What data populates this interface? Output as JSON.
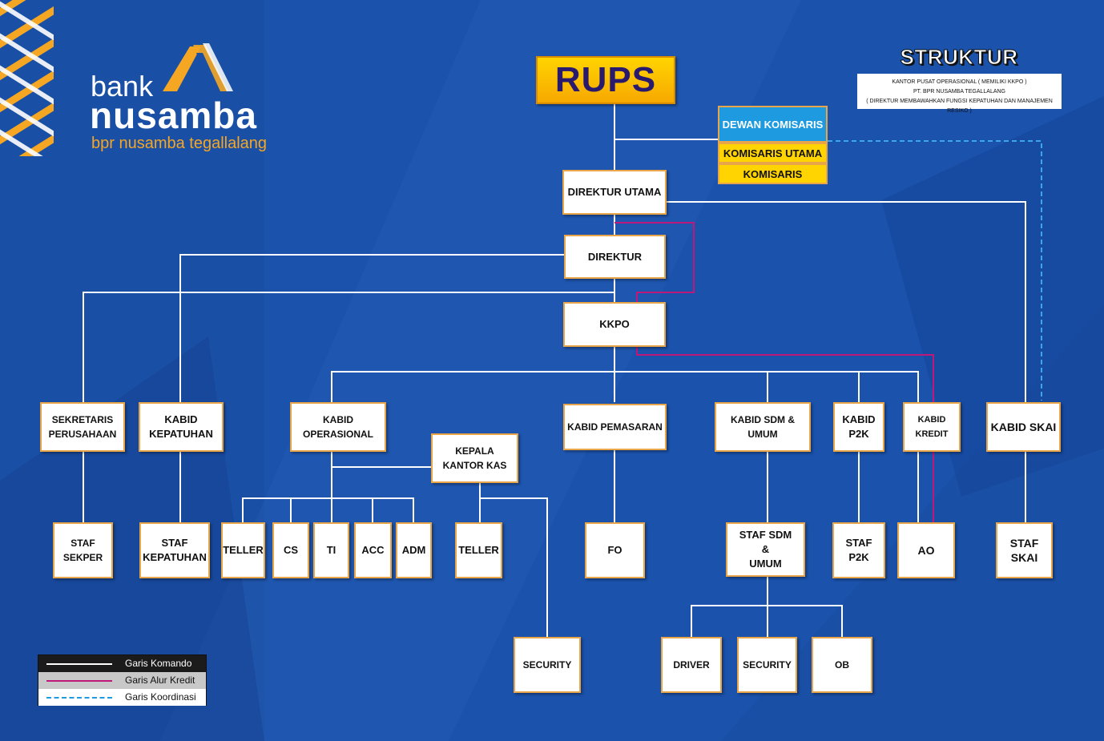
{
  "logo": {
    "bank": "bank",
    "name": "nusamba",
    "sub": "bpr nusamba tegallalang"
  },
  "title": "STRUKTUR ORGANISASI",
  "subtitle": [
    "KANTOR PUSAT OPERASIONAL   ( MEMILIKI KKPO )",
    "PT. BPR NUSAMBA TEGALLALANG",
    "( DIREKTUR MEMBAWAHKAN FUNGSI KEPATUHAN DAN MANAJEMEN RESIKO )"
  ],
  "rups": "RUPS",
  "dewan": {
    "header": "DEWAN KOMISARIS",
    "utama": "KOMISARIS UTAMA",
    "komisaris": "KOMISARIS"
  },
  "nodes": {
    "direktur_utama": "DIREKTUR UTAMA",
    "direktur": "DIREKTUR",
    "kkpo": "KKPO",
    "sekretaris": "SEKRETARIS\nPERUSAHAAN",
    "kabid_kepatuhan": "KABID\nKEPATUHAN",
    "kabid_operasional": "KABID OPERASIONAL",
    "kepala_kantor_kas": "KEPALA KANTOR KAS",
    "kabid_pemasaran": "KABID PEMASARAN",
    "kabid_sdm": "KABID SDM & UMUM",
    "kabid_p2k": "KABID\nP2K",
    "kabid_kredit": "KABID KREDIT",
    "kabid_skai": "KABID SKAI",
    "staf_sekper": "STAF SEKPER",
    "staf_kepatuhan": "STAF\nKEPATUHAN",
    "teller_1": "TELLER",
    "cs": "CS",
    "ti": "TI",
    "acc": "ACC",
    "adm": "ADM",
    "teller_2": "TELLER",
    "fo": "FO",
    "staf_sdm": "STAF SDM\n&\nUMUM",
    "staf_p2k": "STAF\nP2K",
    "ao": "AO",
    "staf_skai": "STAF SKAI",
    "security_kas": "SECURITY",
    "driver": "DRIVER",
    "security_umum": "SECURITY",
    "ob": "OB"
  },
  "legend": [
    {
      "label": "Garis Komando",
      "style": "solid",
      "color": "#ffffff",
      "bg": "#1b1b1b"
    },
    {
      "label": "Garis Alur Kredit",
      "style": "solid",
      "color": "#c0187a",
      "bg": "#c8c8c8"
    },
    {
      "label": "Garis Koordinasi",
      "style": "dashed",
      "color": "#1e9be0",
      "bg": "#ffffff"
    }
  ],
  "colors": {
    "background": "#1a4fa6",
    "command_line": "#ffffff",
    "credit_line": "#c0187a",
    "coordination_line": "#3aa8e8",
    "box_border": "#e8a54a",
    "accent_yellow": "#ffd400",
    "accent_blue": "#1e9be0"
  }
}
